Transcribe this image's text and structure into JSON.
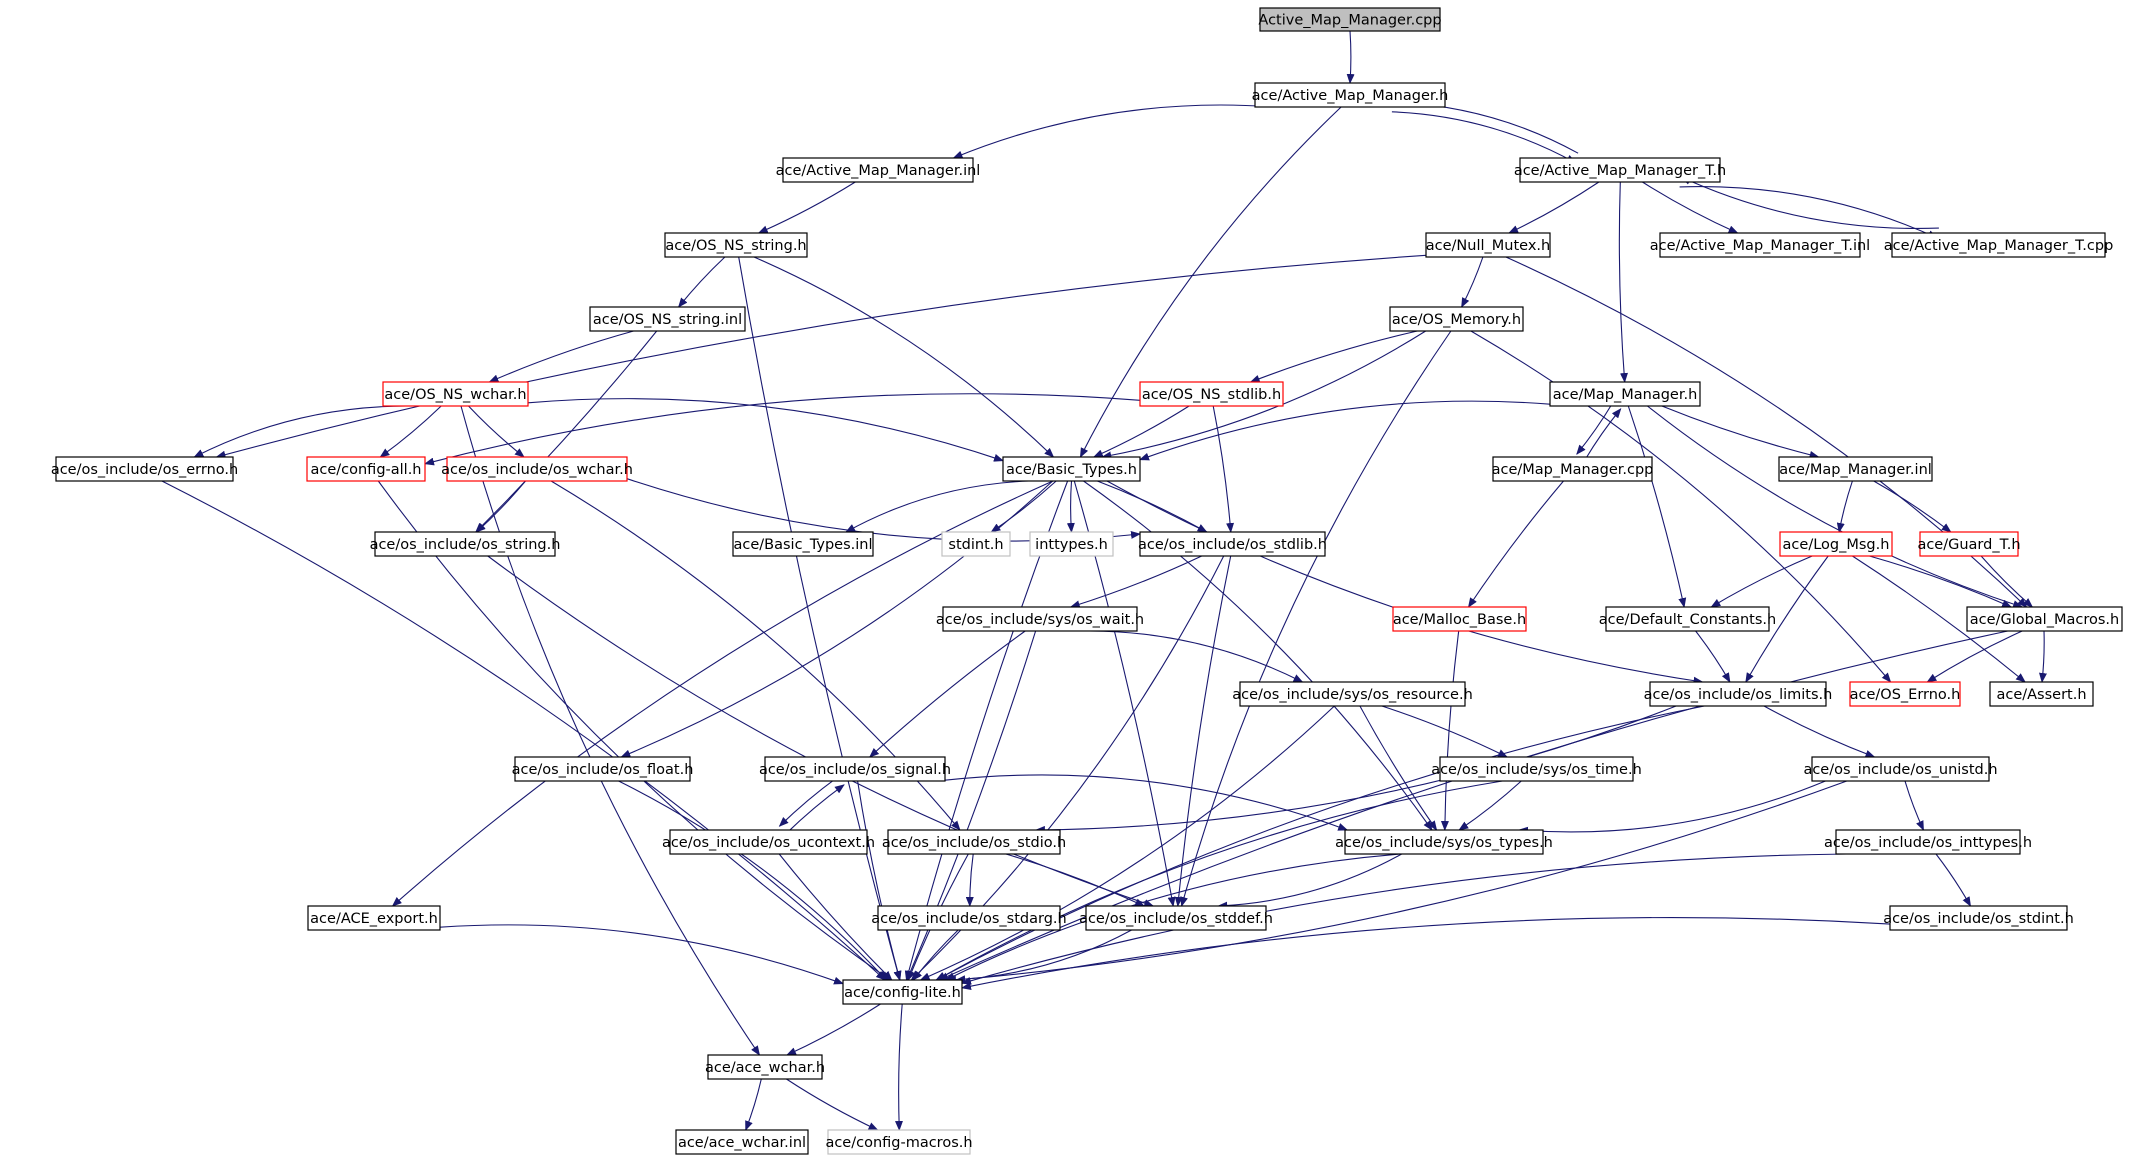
{
  "colors": {
    "edge": "#191970",
    "node_normal": "#000000",
    "node_truncated": "#ff0000",
    "node_external": "#c0c0c0",
    "root_fill": "#bfbfbf",
    "background": "#ffffff"
  },
  "nodes": [
    {
      "id": "n0",
      "label": "Active_Map_Manager.cpp",
      "kind": "root"
    },
    {
      "id": "n1",
      "label": "ace/Active_Map_Manager.h",
      "kind": "normal"
    },
    {
      "id": "n2",
      "label": "ace/Active_Map_Manager.inl",
      "kind": "normal"
    },
    {
      "id": "n3",
      "label": "ace/Active_Map_Manager_T.h",
      "kind": "normal"
    },
    {
      "id": "n4",
      "label": "ace/OS_NS_string.h",
      "kind": "normal"
    },
    {
      "id": "n5",
      "label": "ace/Null_Mutex.h",
      "kind": "normal"
    },
    {
      "id": "n6",
      "label": "ace/Active_Map_Manager_T.inl",
      "kind": "normal"
    },
    {
      "id": "n7",
      "label": "ace/Active_Map_Manager_T.cpp",
      "kind": "normal"
    },
    {
      "id": "n8",
      "label": "ace/OS_NS_string.inl",
      "kind": "normal"
    },
    {
      "id": "n9",
      "label": "ace/OS_Memory.h",
      "kind": "normal"
    },
    {
      "id": "n10",
      "label": "ace/OS_NS_wchar.h",
      "kind": "truncated"
    },
    {
      "id": "n11",
      "label": "ace/OS_NS_stdlib.h",
      "kind": "truncated"
    },
    {
      "id": "n12",
      "label": "ace/Map_Manager.h",
      "kind": "normal"
    },
    {
      "id": "n13",
      "label": "ace/os_include/os_errno.h",
      "kind": "normal"
    },
    {
      "id": "n14",
      "label": "ace/config-all.h",
      "kind": "truncated"
    },
    {
      "id": "n15",
      "label": "ace/os_include/os_wchar.h",
      "kind": "truncated"
    },
    {
      "id": "n16",
      "label": "ace/Basic_Types.h",
      "kind": "normal"
    },
    {
      "id": "n17",
      "label": "ace/Map_Manager.cpp",
      "kind": "normal"
    },
    {
      "id": "n18",
      "label": "ace/Map_Manager.inl",
      "kind": "normal"
    },
    {
      "id": "n19",
      "label": "ace/os_include/os_string.h",
      "kind": "normal"
    },
    {
      "id": "n20",
      "label": "ace/Basic_Types.inl",
      "kind": "normal"
    },
    {
      "id": "n21",
      "label": "stdint.h",
      "kind": "external"
    },
    {
      "id": "n22",
      "label": "inttypes.h",
      "kind": "external"
    },
    {
      "id": "n23",
      "label": "ace/os_include/os_stdlib.h",
      "kind": "normal"
    },
    {
      "id": "n24",
      "label": "ace/Log_Msg.h",
      "kind": "truncated"
    },
    {
      "id": "n25",
      "label": "ace/Guard_T.h",
      "kind": "truncated"
    },
    {
      "id": "n26",
      "label": "ace/os_include/sys/os_wait.h",
      "kind": "normal"
    },
    {
      "id": "n27",
      "label": "ace/Malloc_Base.h",
      "kind": "truncated"
    },
    {
      "id": "n28",
      "label": "ace/Default_Constants.h",
      "kind": "normal"
    },
    {
      "id": "n29",
      "label": "ace/Global_Macros.h",
      "kind": "normal"
    },
    {
      "id": "n30",
      "label": "ace/os_include/sys/os_resource.h",
      "kind": "normal"
    },
    {
      "id": "n31",
      "label": "ace/os_include/os_limits.h",
      "kind": "normal"
    },
    {
      "id": "n32",
      "label": "ace/OS_Errno.h",
      "kind": "truncated"
    },
    {
      "id": "n33",
      "label": "ace/Assert.h",
      "kind": "normal"
    },
    {
      "id": "n34",
      "label": "ace/os_include/os_float.h",
      "kind": "normal"
    },
    {
      "id": "n35",
      "label": "ace/os_include/os_signal.h",
      "kind": "normal"
    },
    {
      "id": "n36",
      "label": "ace/os_include/sys/os_time.h",
      "kind": "normal"
    },
    {
      "id": "n37",
      "label": "ace/os_include/os_unistd.h",
      "kind": "normal"
    },
    {
      "id": "n38",
      "label": "ace/os_include/os_ucontext.h",
      "kind": "normal"
    },
    {
      "id": "n39",
      "label": "ace/os_include/os_stdio.h",
      "kind": "normal"
    },
    {
      "id": "n40",
      "label": "ace/os_include/sys/os_types.h",
      "kind": "normal"
    },
    {
      "id": "n41",
      "label": "ace/os_include/os_inttypes.h",
      "kind": "normal"
    },
    {
      "id": "n42",
      "label": "ace/ACE_export.h",
      "kind": "normal"
    },
    {
      "id": "n43",
      "label": "ace/os_include/os_stdarg.h",
      "kind": "normal"
    },
    {
      "id": "n44",
      "label": "ace/os_include/os_stddef.h",
      "kind": "normal"
    },
    {
      "id": "n45",
      "label": "ace/os_include/os_stdint.h",
      "kind": "normal"
    },
    {
      "id": "n46",
      "label": "ace/config-lite.h",
      "kind": "normal"
    },
    {
      "id": "n47",
      "label": "ace/ace_wchar.h",
      "kind": "normal"
    },
    {
      "id": "n48",
      "label": "ace/ace_wchar.inl",
      "kind": "normal"
    },
    {
      "id": "n49",
      "label": "ace/config-macros.h",
      "kind": "external"
    }
  ],
  "edges": [
    [
      "n0",
      "n1"
    ],
    [
      "n1",
      "n2"
    ],
    [
      "n1",
      "n3"
    ],
    [
      "n1",
      "n16"
    ],
    [
      "n2",
      "n4"
    ],
    [
      "n3",
      "n1"
    ],
    [
      "n3",
      "n5"
    ],
    [
      "n3",
      "n6"
    ],
    [
      "n3",
      "n7"
    ],
    [
      "n3",
      "n12"
    ],
    [
      "n7",
      "n3"
    ],
    [
      "n4",
      "n8"
    ],
    [
      "n4",
      "n16"
    ],
    [
      "n4",
      "n46"
    ],
    [
      "n5",
      "n9"
    ],
    [
      "n5",
      "n13"
    ],
    [
      "n5",
      "n29"
    ],
    [
      "n8",
      "n10"
    ],
    [
      "n8",
      "n19"
    ],
    [
      "n9",
      "n11"
    ],
    [
      "n9",
      "n16"
    ],
    [
      "n9",
      "n44"
    ],
    [
      "n9",
      "n32"
    ],
    [
      "n10",
      "n13"
    ],
    [
      "n10",
      "n14"
    ],
    [
      "n10",
      "n15"
    ],
    [
      "n10",
      "n16"
    ],
    [
      "n10",
      "n47"
    ],
    [
      "n11",
      "n16"
    ],
    [
      "n11",
      "n14"
    ],
    [
      "n11",
      "n23"
    ],
    [
      "n12",
      "n16"
    ],
    [
      "n12",
      "n17"
    ],
    [
      "n12",
      "n18"
    ],
    [
      "n12",
      "n28"
    ],
    [
      "n12",
      "n29"
    ],
    [
      "n17",
      "n12"
    ],
    [
      "n17",
      "n27"
    ],
    [
      "n13",
      "n46"
    ],
    [
      "n14",
      "n46"
    ],
    [
      "n15",
      "n19"
    ],
    [
      "n15",
      "n23"
    ],
    [
      "n15",
      "n39"
    ],
    [
      "n16",
      "n20"
    ],
    [
      "n16",
      "n21"
    ],
    [
      "n16",
      "n22"
    ],
    [
      "n16",
      "n23"
    ],
    [
      "n16",
      "n31"
    ],
    [
      "n16",
      "n34"
    ],
    [
      "n16",
      "n42"
    ],
    [
      "n16",
      "n44"
    ],
    [
      "n16",
      "n46"
    ],
    [
      "n16",
      "n40"
    ],
    [
      "n18",
      "n24"
    ],
    [
      "n18",
      "n25"
    ],
    [
      "n19",
      "n44"
    ],
    [
      "n23",
      "n26"
    ],
    [
      "n23",
      "n44"
    ],
    [
      "n23",
      "n46"
    ],
    [
      "n24",
      "n28"
    ],
    [
      "n24",
      "n29"
    ],
    [
      "n24",
      "n31"
    ],
    [
      "n24",
      "n33"
    ],
    [
      "n25",
      "n29"
    ],
    [
      "n26",
      "n30"
    ],
    [
      "n26",
      "n35"
    ],
    [
      "n26",
      "n46"
    ],
    [
      "n27",
      "n40"
    ],
    [
      "n28",
      "n31"
    ],
    [
      "n29",
      "n32"
    ],
    [
      "n29",
      "n33"
    ],
    [
      "n29",
      "n46"
    ],
    [
      "n30",
      "n36"
    ],
    [
      "n30",
      "n40"
    ],
    [
      "n30",
      "n46"
    ],
    [
      "n31",
      "n37"
    ],
    [
      "n31",
      "n39"
    ],
    [
      "n31",
      "n46"
    ],
    [
      "n34",
      "n46"
    ],
    [
      "n35",
      "n38"
    ],
    [
      "n35",
      "n40"
    ],
    [
      "n35",
      "n46"
    ],
    [
      "n38",
      "n35"
    ],
    [
      "n38",
      "n46"
    ],
    [
      "n36",
      "n40"
    ],
    [
      "n36",
      "n46"
    ],
    [
      "n37",
      "n40"
    ],
    [
      "n37",
      "n41"
    ],
    [
      "n37",
      "n46"
    ],
    [
      "n39",
      "n43"
    ],
    [
      "n39",
      "n44"
    ],
    [
      "n39",
      "n46"
    ],
    [
      "n40",
      "n44"
    ],
    [
      "n40",
      "n46"
    ],
    [
      "n41",
      "n45"
    ],
    [
      "n41",
      "n46"
    ],
    [
      "n42",
      "n46"
    ],
    [
      "n43",
      "n46"
    ],
    [
      "n44",
      "n46"
    ],
    [
      "n45",
      "n46"
    ],
    [
      "n46",
      "n47"
    ],
    [
      "n46",
      "n49"
    ],
    [
      "n47",
      "n48"
    ],
    [
      "n47",
      "n49"
    ]
  ]
}
